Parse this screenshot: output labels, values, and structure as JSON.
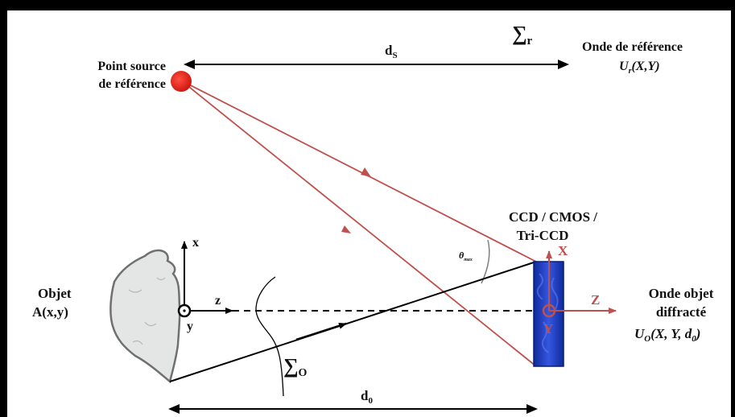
{
  "labels": {
    "sigma_r": "∑",
    "sigma_r_sub": "r",
    "wave_ref_title": "Onde de référence",
    "wave_ref_func": "U",
    "wave_ref_func_sub": "r",
    "wave_ref_args": "(X,Y)",
    "ds": "d",
    "ds_sub": "S",
    "source_line1": "Point source",
    "source_line2": "de référence",
    "sensor_line1": "CCD / CMOS /",
    "sensor_line2": "Tri-CCD",
    "theta": "θ",
    "theta_sub": "max",
    "axis_X": "X",
    "axis_Y": "Y",
    "axis_Z": "Z",
    "axis_x": "x",
    "axis_y": "y",
    "axis_z": "z",
    "object_line1": "Objet",
    "object_line2": "A(x,y)",
    "obj_wave_line1": "Onde objet",
    "obj_wave_line2": "diffracté",
    "obj_wave_func": "U",
    "obj_wave_func_sub": "O",
    "obj_wave_args": "(X, Y, d",
    "obj_wave_args_sub": "0",
    "obj_wave_args_end": ")",
    "sigma_o": "∑",
    "sigma_o_sub": "O",
    "d0": "d",
    "d0_sub": "0"
  },
  "colors": {
    "background": "#ffffff",
    "frame": "#000000",
    "ray": "#c0504d",
    "source": "#e8201c",
    "sensor": "#1f3fbf",
    "sensor_axes": "#c0504d",
    "object_fill": "#e4e6e6",
    "object_edge": "#707070"
  }
}
